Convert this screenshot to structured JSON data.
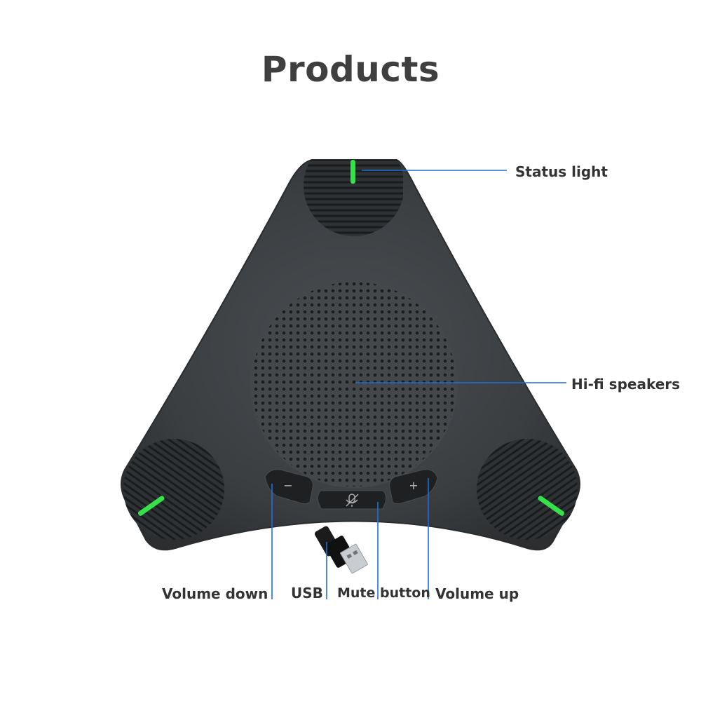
{
  "title": "Products",
  "colors": {
    "title": "#3f3f3f",
    "label": "#333333",
    "leader_line": "#1e6fd9",
    "device_body": "#3a3d3f",
    "status_led": "#35e04a"
  },
  "callouts": {
    "status_light": "Status light",
    "hifi_speakers": "Hi-fi speakers",
    "volume_down": "Volume down",
    "usb": "USB",
    "mute_button": "Mute button",
    "volume_up": "Volume up"
  },
  "buttons": {
    "minus_glyph": "−",
    "plus_glyph": "+"
  }
}
